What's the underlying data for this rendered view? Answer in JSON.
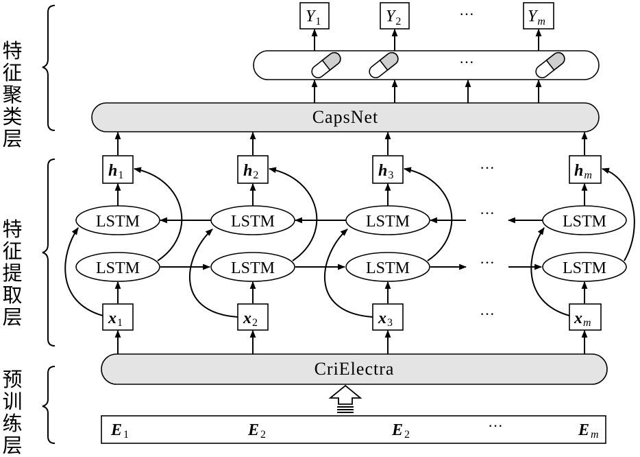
{
  "layers": {
    "clustering": "特征聚类层",
    "extraction": "特征提取层",
    "pretraining": "预训练层"
  },
  "capsnet_label": "CapsNet",
  "crielectra_label": "CriElectra",
  "ellipsis": "···",
  "outputs": [
    {
      "base": "Y",
      "sub": "1"
    },
    {
      "base": "Y",
      "sub": "2"
    },
    {
      "base": "Y",
      "sub": "m"
    }
  ],
  "hidden": [
    {
      "base": "h",
      "sub": "1"
    },
    {
      "base": "h",
      "sub": "2"
    },
    {
      "base": "h",
      "sub": "3"
    },
    {
      "base": "h",
      "sub": "m"
    }
  ],
  "inputs": [
    {
      "base": "x",
      "sub": "1"
    },
    {
      "base": "x",
      "sub": "2"
    },
    {
      "base": "x",
      "sub": "3"
    },
    {
      "base": "x",
      "sub": "m"
    }
  ],
  "embeddings": [
    {
      "base": "E",
      "sub": "1"
    },
    {
      "base": "E",
      "sub": "2"
    },
    {
      "base": "E",
      "sub": "2"
    },
    {
      "base": "E",
      "sub": "m"
    }
  ],
  "lstm_label": "LSTM"
}
